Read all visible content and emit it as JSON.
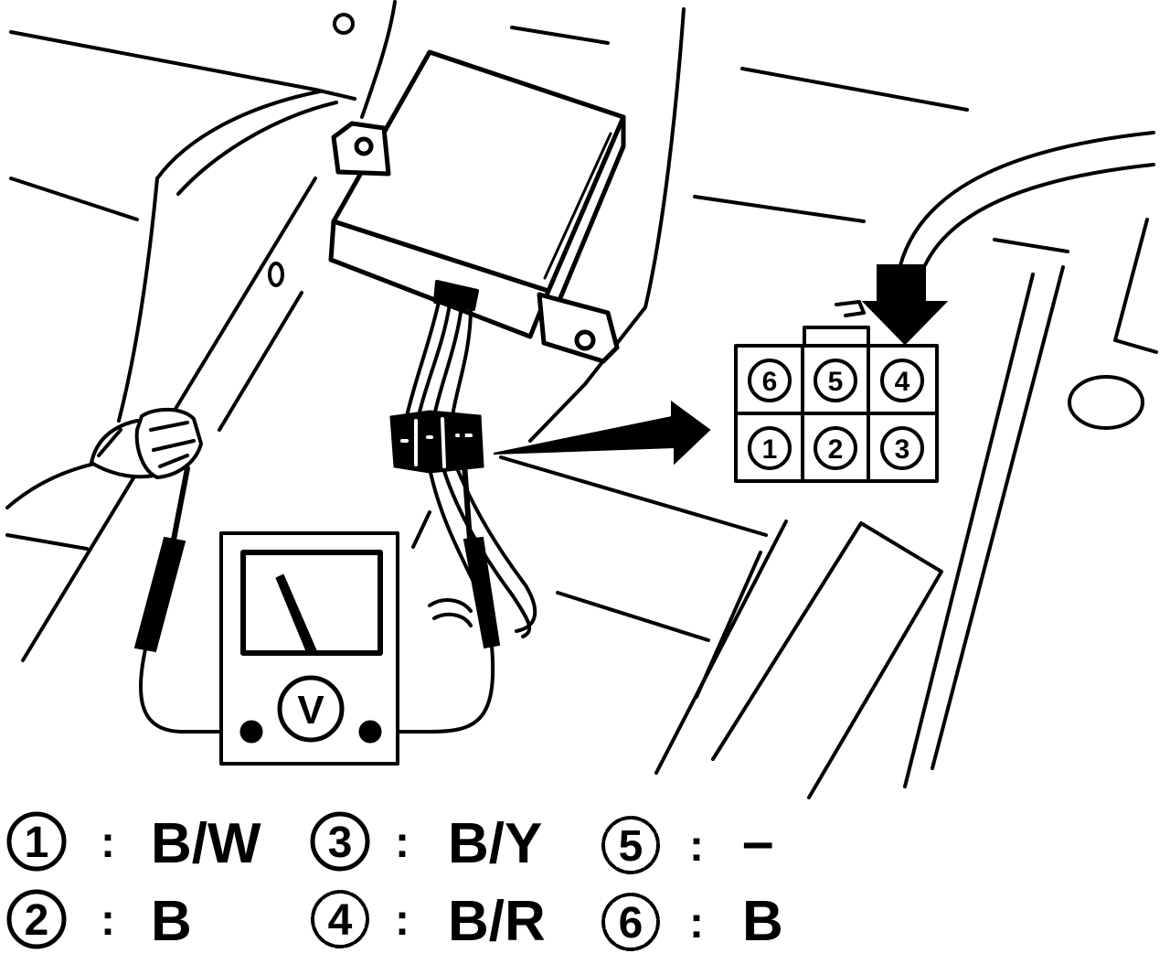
{
  "colors": {
    "ink": "#000000",
    "paper": "#ffffff"
  },
  "meter": {
    "symbol": "V"
  },
  "connector": {
    "pins": {
      "top": [
        "6",
        "5",
        "4"
      ],
      "bottom": [
        "1",
        "2",
        "3"
      ]
    }
  },
  "legend": {
    "rows": [
      [
        {
          "pin": "1",
          "sep": ":",
          "wire": "B/W"
        },
        {
          "pin": "3",
          "sep": ":",
          "wire": "B/Y"
        },
        {
          "pin": "5",
          "sep": ":",
          "wire": "–"
        }
      ],
      [
        {
          "pin": "2",
          "sep": ":",
          "wire": "B"
        },
        {
          "pin": "4",
          "sep": ":",
          "wire": "B/R"
        },
        {
          "pin": "6",
          "sep": ":",
          "wire": "B"
        }
      ]
    ]
  }
}
